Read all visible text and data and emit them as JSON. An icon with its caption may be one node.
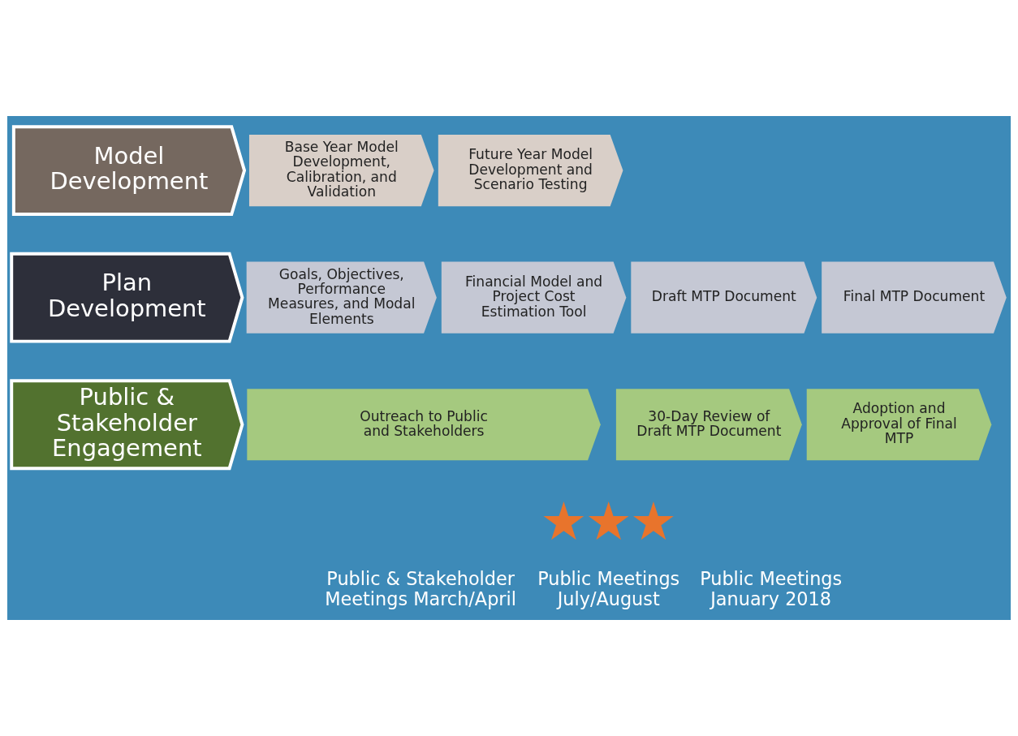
{
  "diagram": {
    "nodes": [
      {
        "text": [
          "Model Development"
        ]
      },
      {
        "text": [
          "Base Year Model Development, Calibration, and Validation"
        ]
      },
      {
        "text": [
          "Future Year Model Development and Scenario Testing"
        ]
      },
      {
        "text": [
          "Plan Development"
        ]
      },
      {
        "text": [
          "Goals, Objectives, Performance Measures, and Modal Elements"
        ]
      },
      {
        "text": [
          "Financial Model and Project Cost Estimation Tool"
        ]
      },
      {
        "text": [
          "Draft MTP Document"
        ]
      },
      {
        "text": [
          "Final MTP Document"
        ]
      },
      {
        "text": [
          "Public & Stakeholder Engagement"
        ]
      },
      {
        "text": [
          "Outreach to Public and Stakeholders"
        ]
      },
      {
        "text": [
          "30-Day Review of Draft MTP Document"
        ]
      },
      {
        "text": [
          "Adoption and Approval of Final MTP"
        ]
      },
      {
        "text": [],
        "shape": "star",
        "beside": [
          "Public & Stakeholder Meetings March/April"
        ]
      },
      {
        "text": [],
        "shape": "star",
        "beside": [
          "Public Meetings July/August"
        ]
      },
      {
        "text": [],
        "shape": "star",
        "beside": [
          "Public Meetings January 2018"
        ]
      }
    ],
    "edges": []
  }
}
